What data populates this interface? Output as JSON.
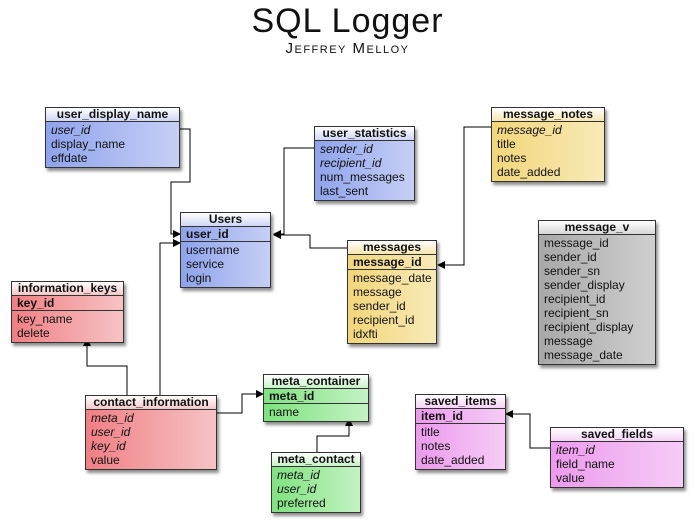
{
  "diagram": {
    "title": "SQL Logger",
    "subtitle": "Jeffrey Melloy"
  },
  "tables": {
    "user_display_name": {
      "name": "user_display_name",
      "fields": [
        {
          "name": "user_id",
          "italic": true
        },
        {
          "name": "display_name"
        },
        {
          "name": "effdate"
        }
      ]
    },
    "user_statistics": {
      "name": "user_statistics",
      "fields": [
        {
          "name": "sender_id",
          "italic": true
        },
        {
          "name": "recipient_id",
          "italic": true
        },
        {
          "name": "num_messages"
        },
        {
          "name": "last_sent"
        }
      ]
    },
    "message_notes": {
      "name": "message_notes",
      "fields": [
        {
          "name": "message_id",
          "italic": true
        },
        {
          "name": "title"
        },
        {
          "name": "notes"
        },
        {
          "name": "date_added"
        }
      ]
    },
    "users": {
      "name": "Users",
      "key": "user_id",
      "fields": [
        {
          "name": "username"
        },
        {
          "name": "service"
        },
        {
          "name": "login"
        }
      ]
    },
    "messages": {
      "name": "messages",
      "key": "message_id",
      "fields": [
        {
          "name": "message_date"
        },
        {
          "name": "message"
        },
        {
          "name": "sender_id"
        },
        {
          "name": "recipient_id"
        },
        {
          "name": "idxfti"
        }
      ]
    },
    "message_v": {
      "name": "message_v",
      "fields": [
        {
          "name": "message_id"
        },
        {
          "name": "sender_id"
        },
        {
          "name": "sender_sn"
        },
        {
          "name": "sender_display"
        },
        {
          "name": "recipient_id"
        },
        {
          "name": "recipient_sn"
        },
        {
          "name": "recipient_display"
        },
        {
          "name": "message"
        },
        {
          "name": "message_date"
        }
      ]
    },
    "information_keys": {
      "name": "information_keys",
      "key": "key_id",
      "fields": [
        {
          "name": "key_name"
        },
        {
          "name": "delete"
        }
      ]
    },
    "contact_information": {
      "name": "contact_information",
      "fields": [
        {
          "name": "meta_id",
          "italic": true
        },
        {
          "name": "user_id",
          "italic": true
        },
        {
          "name": "key_id",
          "italic": true
        },
        {
          "name": "value"
        }
      ]
    },
    "meta_container": {
      "name": "meta_container",
      "key": "meta_id",
      "fields": [
        {
          "name": "name"
        }
      ]
    },
    "meta_contact": {
      "name": "meta_contact",
      "fields": [
        {
          "name": "meta_id",
          "italic": true
        },
        {
          "name": "user_id",
          "italic": true
        },
        {
          "name": "preferred"
        }
      ]
    },
    "saved_items": {
      "name": "saved_items",
      "key": "item_id",
      "fields": [
        {
          "name": "title"
        },
        {
          "name": "notes"
        },
        {
          "name": "date_added"
        }
      ]
    },
    "saved_fields": {
      "name": "saved_fields",
      "fields": [
        {
          "name": "item_id",
          "italic": true
        },
        {
          "name": "field_name"
        },
        {
          "name": "value"
        }
      ]
    }
  },
  "colors": {
    "blue": "#8fa3ec",
    "yellow": "#f2d67a",
    "red": "#f07f84",
    "green": "#7ee27e",
    "pink": "#ec9aec",
    "gray": "#a8a8a8",
    "connector": "#000000"
  },
  "relationships": [
    {
      "from": "user_display_name.user_id",
      "to": "users.user_id"
    },
    {
      "from": "user_statistics.sender_id",
      "to": "users.user_id"
    },
    {
      "from": "messages",
      "to": "users.user_id"
    },
    {
      "from": "message_notes.message_id",
      "to": "messages.message_id"
    },
    {
      "from": "contact_information.user_id",
      "to": "users.user_id"
    },
    {
      "from": "contact_information.key_id",
      "to": "information_keys.key_id"
    },
    {
      "from": "contact_information.meta_id",
      "to": "meta_container.meta_id"
    },
    {
      "from": "meta_contact.meta_id",
      "to": "meta_container.meta_id"
    },
    {
      "from": "saved_fields.item_id",
      "to": "saved_items.item_id"
    }
  ]
}
